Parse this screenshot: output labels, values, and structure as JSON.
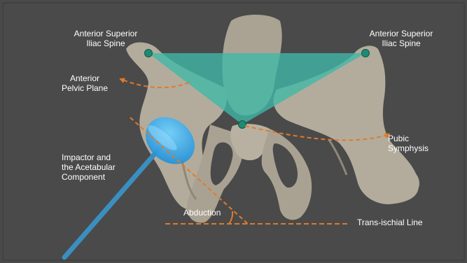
{
  "labels": {
    "asis_left": "Anterior Superior\nIliac Spine",
    "asis_right": "Anterior Superior\nIliac Spine",
    "anterior_pelvic_plane": "Anterior\nPelvic Plane",
    "pubic_symphysis": "Pubic\nSymphysis",
    "impactor": "Impactor and\nthe Acetabular\nComponent",
    "abduction": "Abduction",
    "trans_ischial_line": "Trans-ischial Line"
  },
  "colors": {
    "background": "#4a4a4a",
    "bone": "#b3ac9c",
    "bone_shadow": "#8f8878",
    "plane": "#3fb8a8",
    "landmark": "#1f8a72",
    "annotation": "#e07a2a",
    "cup": "#2aa8e8",
    "impactor_rod": "#3a8fc0",
    "text": "#ffffff"
  }
}
